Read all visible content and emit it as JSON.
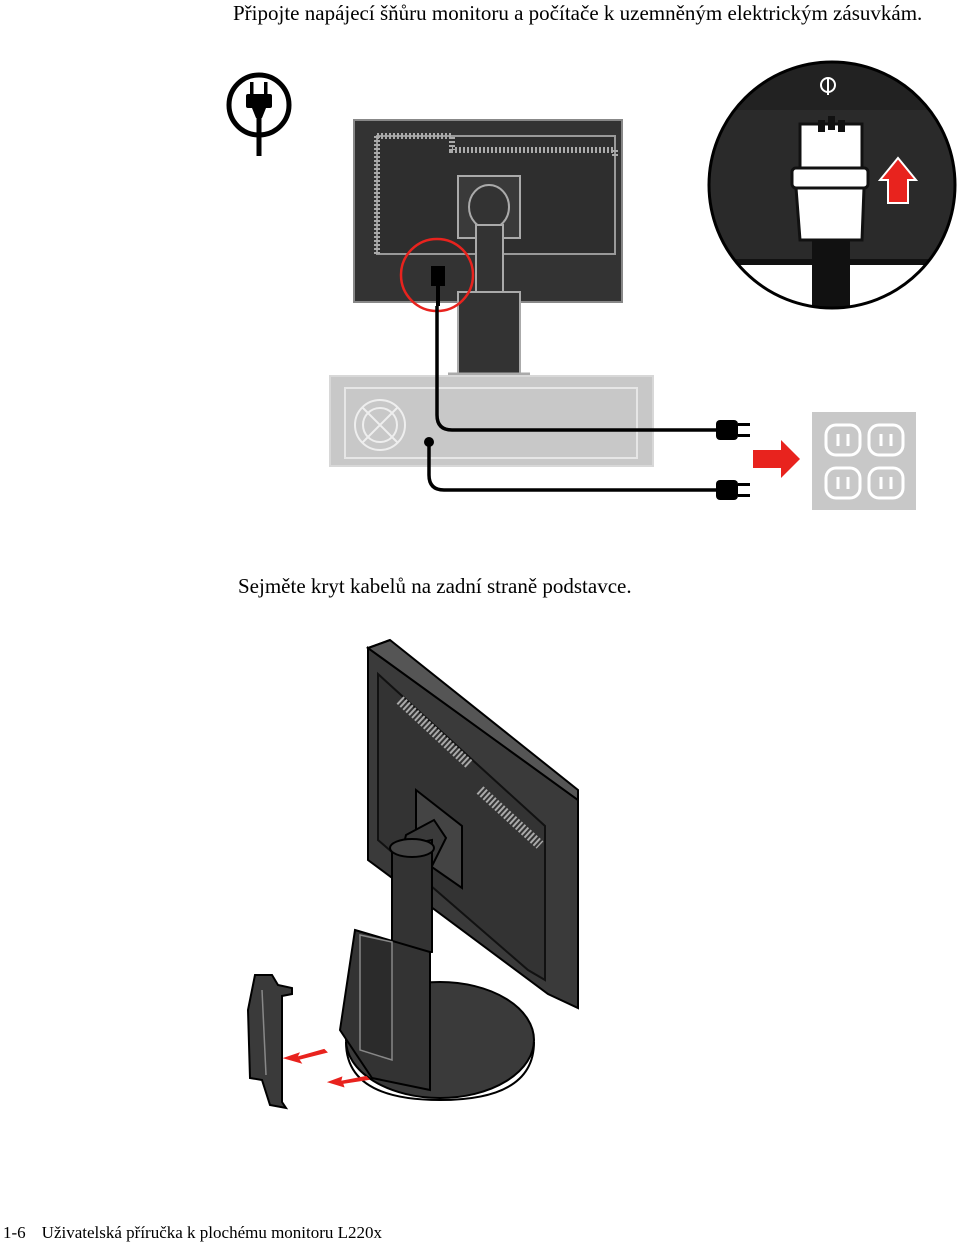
{
  "instructions": {
    "step1": "Připojte napájecí šňůru monitoru a počítače k uzemněným elektrickým zásuvkám.",
    "step2": "Sejměte kryt kabelů na zadní straně podstavce."
  },
  "footer": {
    "page_number": "1-6",
    "manual_title": "Uživatelská příručka k plochému monitoru L220x"
  },
  "colors": {
    "accent_red": "#e8231e",
    "monitor_dark": "#333333",
    "computer_gray": "#c8c8c8"
  },
  "icons": {
    "power_plug": "power-plug-icon",
    "power_port": "power-port-icon"
  }
}
